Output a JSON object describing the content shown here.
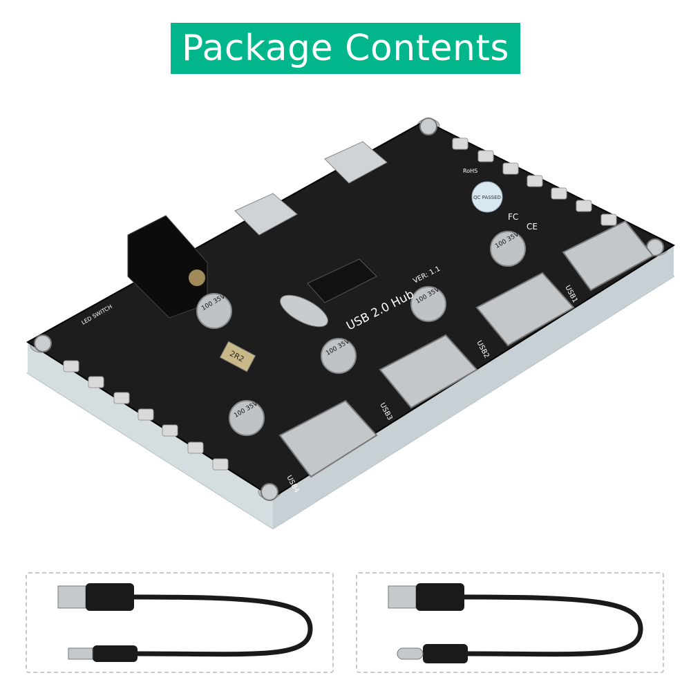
{
  "header": {
    "title": "Package Contents",
    "color": "#00b68a"
  },
  "board": {
    "silkscreen": "USB 2.0 Hub",
    "version": "VER: 1.1",
    "ports": [
      "USB1",
      "USB2",
      "USB3",
      "USB4"
    ],
    "capacitor_label": "100 35V",
    "qc_badge": "QC PASSED",
    "rohs": "RoHS",
    "ce": "CE",
    "fc": "FC",
    "inductor": "2R2",
    "switch_label": "LED SWITCH"
  },
  "contents": [
    {
      "item": "usb-a-to-dc-cable"
    },
    {
      "item": "usb-a-to-usb-c-cable"
    }
  ]
}
